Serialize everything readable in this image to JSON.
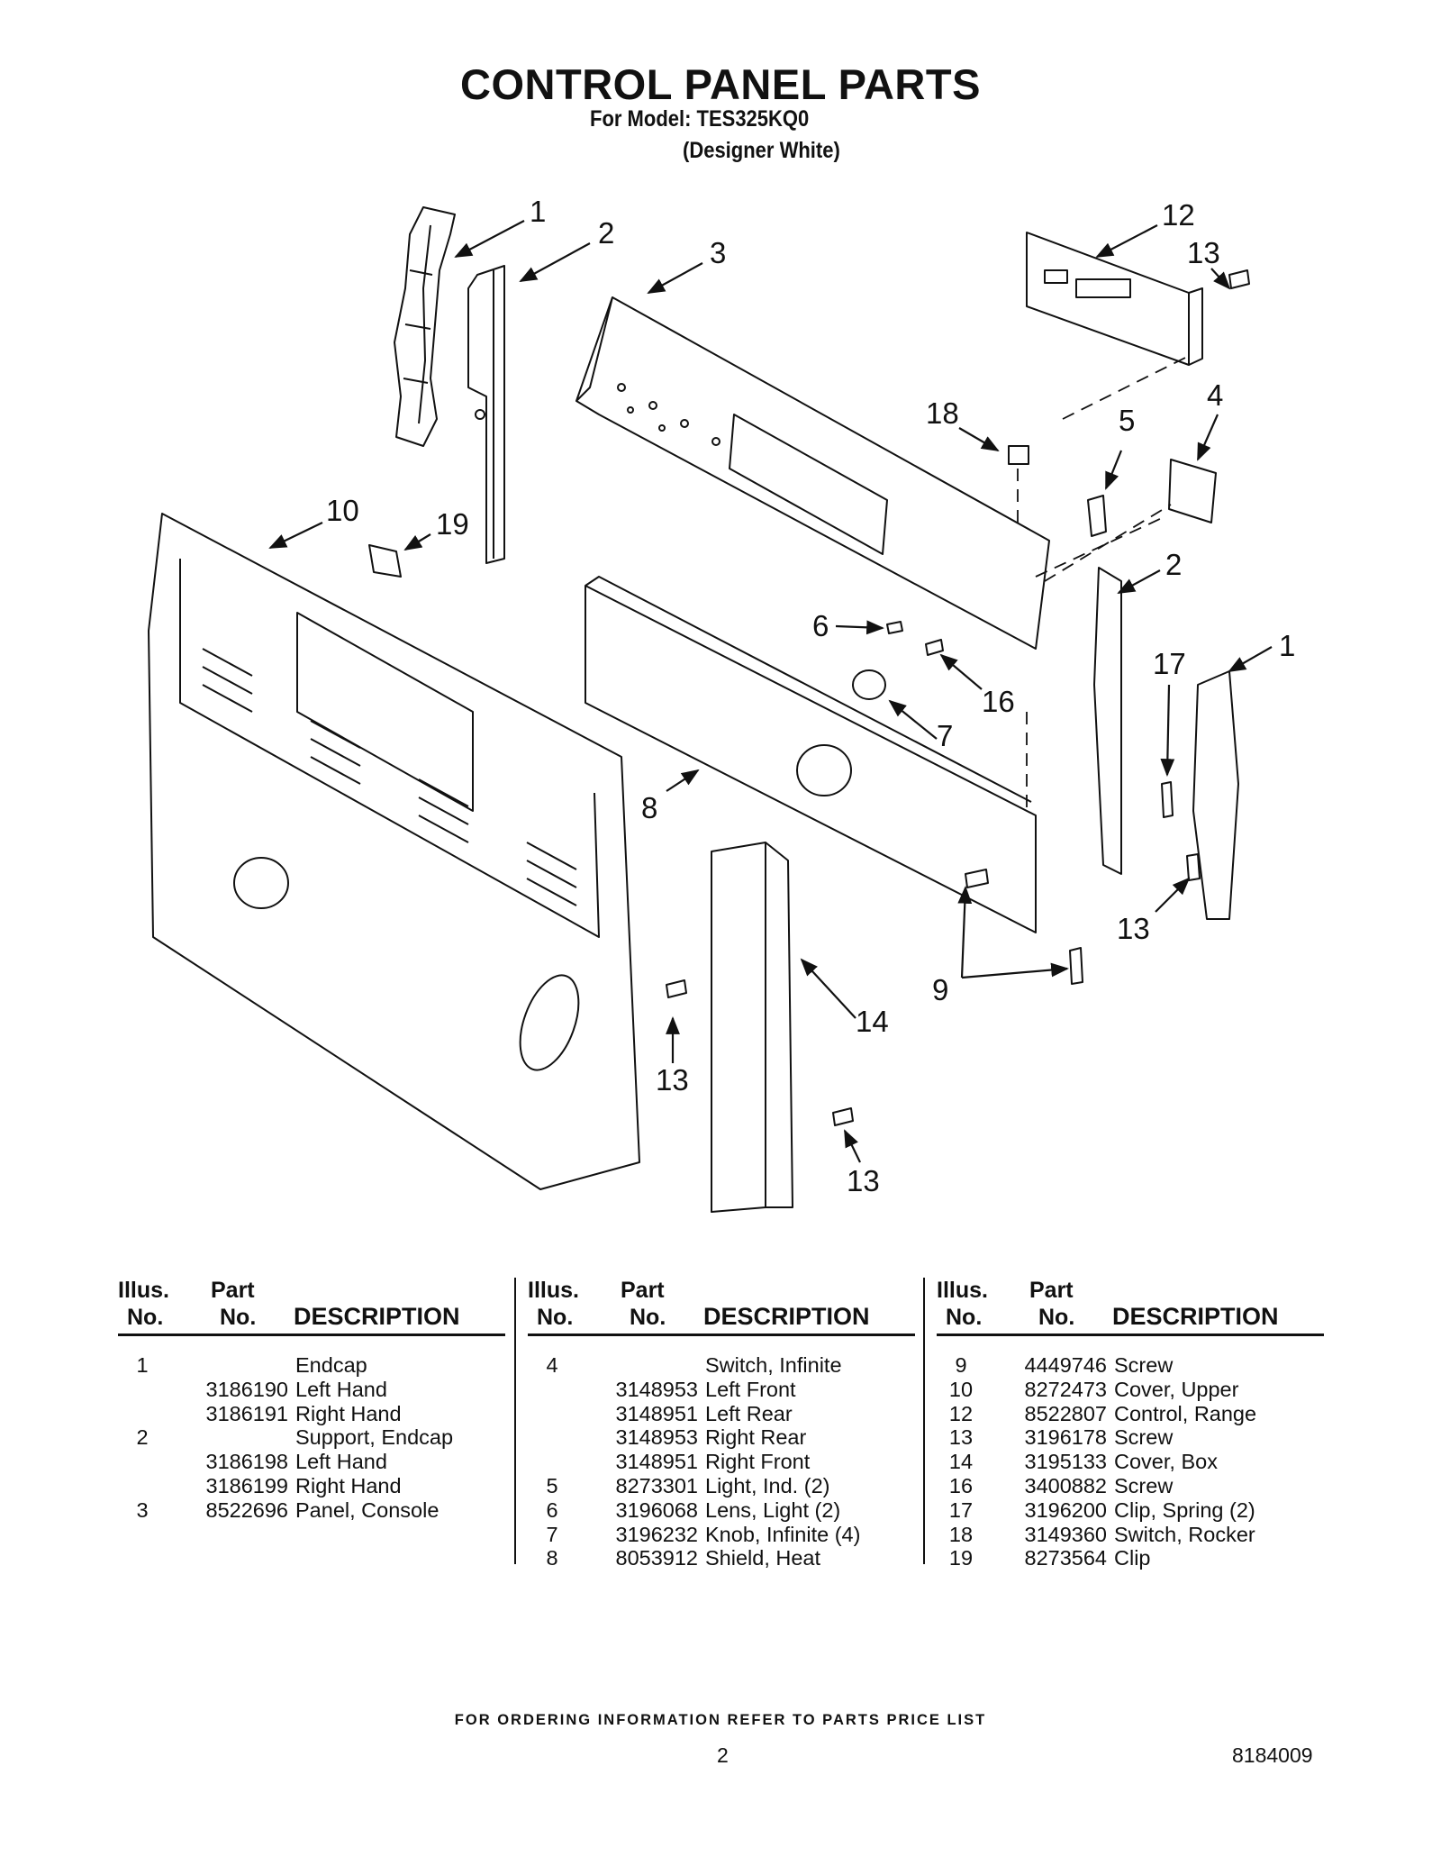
{
  "header": {
    "title": "CONTROL PANEL PARTS",
    "model_line": "For Model: TES325KQ0",
    "color_line": "(Designer White)"
  },
  "diagram": {
    "callouts": [
      "1",
      "2",
      "3",
      "12",
      "13",
      "18",
      "5",
      "4",
      "10",
      "19",
      "2",
      "6",
      "1",
      "17",
      "16",
      "7",
      "8",
      "9",
      "13",
      "14",
      "13",
      "13"
    ]
  },
  "table": {
    "headers": {
      "illus_1": "Illus.",
      "illus_2": "No.",
      "part_1": "Part",
      "part_2": "No.",
      "description": "DESCRIPTION"
    },
    "columns": [
      [
        {
          "illus": "1",
          "part": "",
          "desc": "Endcap"
        },
        {
          "illus": "",
          "part": "3186190",
          "desc": "Left Hand"
        },
        {
          "illus": "",
          "part": "3186191",
          "desc": "Right Hand"
        },
        {
          "illus": "2",
          "part": "",
          "desc": "Support, Endcap"
        },
        {
          "illus": "",
          "part": "3186198",
          "desc": "Left Hand"
        },
        {
          "illus": "",
          "part": "3186199",
          "desc": "Right Hand"
        },
        {
          "illus": "3",
          "part": "8522696",
          "desc": "Panel, Console"
        }
      ],
      [
        {
          "illus": "4",
          "part": "",
          "desc": "Switch, Infinite"
        },
        {
          "illus": "",
          "part": "3148953",
          "desc": "Left Front"
        },
        {
          "illus": "",
          "part": "3148951",
          "desc": "Left Rear"
        },
        {
          "illus": "",
          "part": "3148953",
          "desc": "Right Rear"
        },
        {
          "illus": "",
          "part": "3148951",
          "desc": "Right Front"
        },
        {
          "illus": "5",
          "part": "8273301",
          "desc": "Light, Ind. (2)"
        },
        {
          "illus": "6",
          "part": "3196068",
          "desc": "Lens, Light (2)"
        },
        {
          "illus": "7",
          "part": "3196232",
          "desc": "Knob, Infinite (4)"
        },
        {
          "illus": "8",
          "part": "8053912",
          "desc": "Shield, Heat"
        }
      ],
      [
        {
          "illus": "9",
          "part": "4449746",
          "desc": "Screw"
        },
        {
          "illus": "10",
          "part": "8272473",
          "desc": "Cover, Upper"
        },
        {
          "illus": "12",
          "part": "8522807",
          "desc": "Control, Range"
        },
        {
          "illus": "13",
          "part": "3196178",
          "desc": "Screw"
        },
        {
          "illus": "14",
          "part": "3195133",
          "desc": "Cover, Box"
        },
        {
          "illus": "16",
          "part": "3400882",
          "desc": "Screw"
        },
        {
          "illus": "17",
          "part": "3196200",
          "desc": "Clip, Spring (2)"
        },
        {
          "illus": "18",
          "part": "3149360",
          "desc": "Switch, Rocker"
        },
        {
          "illus": "19",
          "part": "8273564",
          "desc": "Clip"
        }
      ]
    ]
  },
  "footer": {
    "ordering_note": "FOR ORDERING INFORMATION REFER TO PARTS PRICE LIST",
    "page_number": "2",
    "document_number": "8184009"
  }
}
